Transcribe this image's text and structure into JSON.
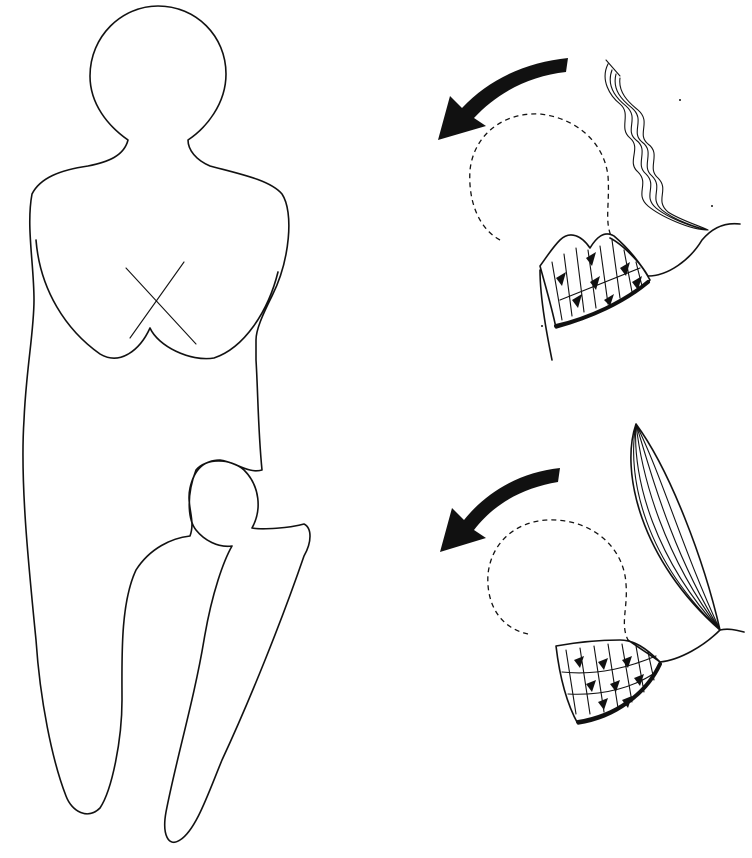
{
  "figure": {
    "type": "anatomical line drawing",
    "panels": [
      {
        "id": "full-figure",
        "icon": "human-outline-with-crossed-arms"
      },
      {
        "id": "wrist-flexion-top",
        "icon": "rotation-arrow-counterclockwise"
      },
      {
        "id": "wrist-flexion-bottom",
        "icon": "rotation-arrow-counterclockwise"
      }
    ]
  },
  "colors": {
    "ink": "#111111",
    "background": "#ffffff"
  }
}
